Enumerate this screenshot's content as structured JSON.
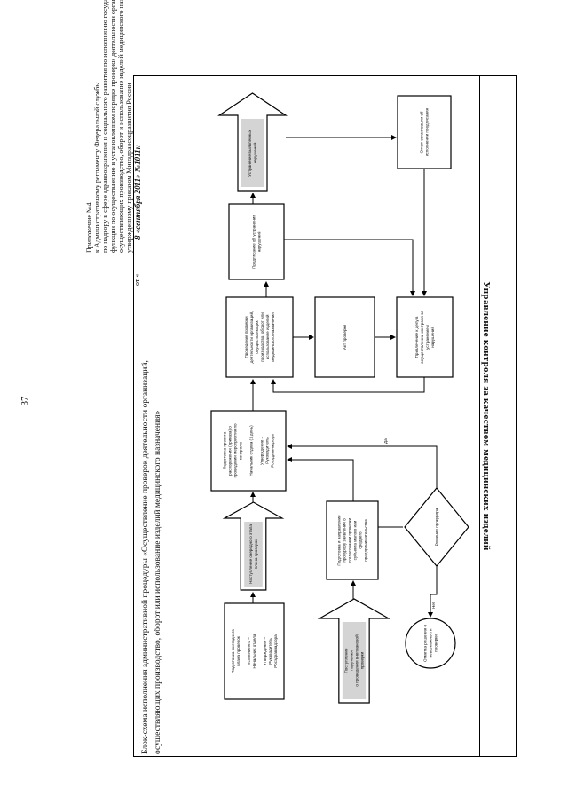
{
  "page_number": "37",
  "annex_lines": [
    "Приложение №4",
    "к Административному регламенту Федеральной службы",
    "по надзору в сфере здравоохранения и социального развития по исполнению государственной",
    "функции по осуществлению в установленном порядке проверки деятельности организаций,",
    "осуществляющих производство, оборот и использование изделий медицинского назначения,",
    "утвержденному приказом Минздравсоцразвития России",
    "от «"
  ],
  "annex_signature": "8 «сентября 2011» №1011н",
  "title": {
    "line1": "Блок-схема исполнения административной процедуры «Осуществление проверок деятельности организаций,",
    "line2": "осуществляющих производство, оборот или использование изделий медицинского назначения»"
  },
  "department": "Управление контроля за качеством медицинских изделий",
  "boxes": {
    "b1": [
      "Подготовка ежегодного",
      "плана проверок",
      "",
      "Исполнитель –",
      "Начальник отдела",
      "",
      "Утверждение –",
      "Руководитель",
      "Росздравнадзора"
    ],
    "a1": [
      "Поступление",
      "поручения",
      "о проведении внеплановой",
      "проверки"
    ],
    "a2": [
      "Наступление очередного этапа",
      "плана проверок"
    ],
    "b2": [
      "Подготовка проекта",
      "распоряжения (приказа) о",
      "проведении мероприятия по",
      "контролю",
      "",
      "Начальник отдела (1 день)",
      "",
      "Утверждение –",
      "Руководитель",
      "Росздравнадзора"
    ],
    "b3": [
      "Подготовка и направление",
      "прокурору заявления о",
      "согласовании проверки",
      "субъекта малого или",
      "среднего",
      "предпринимательства"
    ],
    "d1": [
      "Решение прокурора"
    ],
    "c1": [
      "Отметка решения о",
      "невозможности",
      "проверки"
    ],
    "b4": [
      "Проведение проверки",
      "деятельности организаций,",
      "осуществляющих",
      "производство, оборот или",
      "использование изделий",
      "медицинского назначения"
    ],
    "b5": [
      "Акт проверки"
    ],
    "b6": [
      "Привлечение к делу в",
      "осуществлении контроля за",
      "устранением",
      "нарушений"
    ],
    "b7": [
      "Предписание об устранении",
      "нарушений"
    ],
    "a3": [
      "Устранение выявленных",
      "нарушений"
    ],
    "b8": [
      "Отчет организации об",
      "исполнении предписания"
    ]
  },
  "edge_labels": {
    "yes": "Да",
    "no": "Нет"
  }
}
